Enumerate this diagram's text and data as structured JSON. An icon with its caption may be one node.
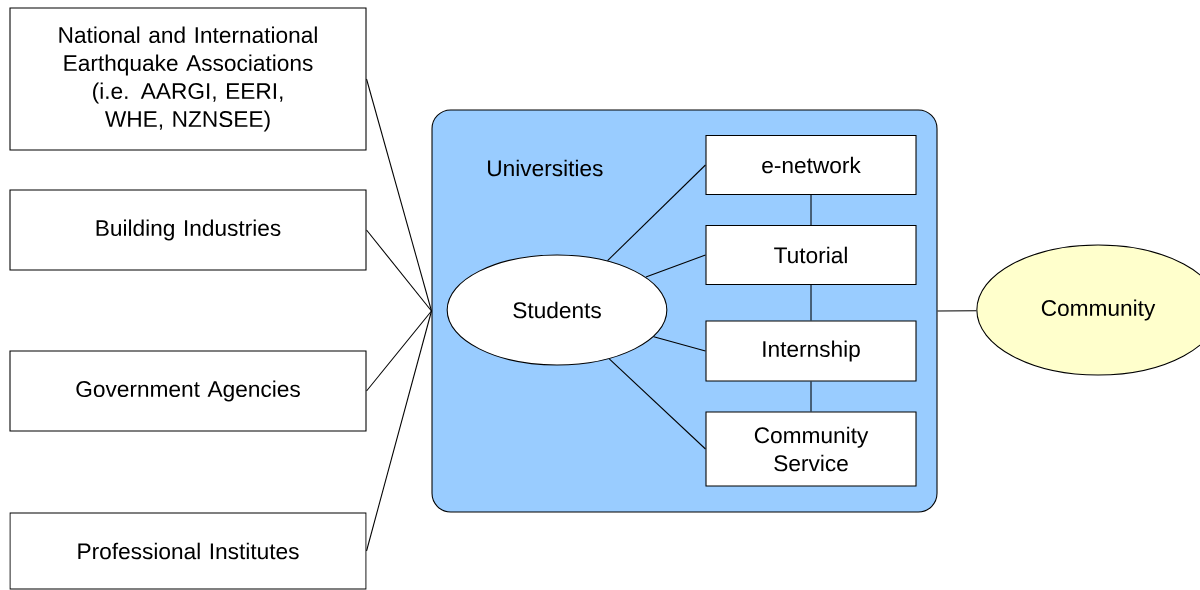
{
  "diagram": {
    "nodes": [
      {
        "text": [
          "National and International Earthquake Associations (i.e. AARGI, EERI, WHE, NZNSEE)"
        ]
      },
      {
        "text": [
          "Building Industries"
        ]
      },
      {
        "text": [
          "Government Agencies"
        ]
      },
      {
        "text": [
          "Professional Institutes"
        ]
      },
      {
        "text": [
          "Universities"
        ]
      },
      {
        "text": [
          "Students"
        ],
        "in": 4
      },
      {
        "text": [
          "e-network"
        ],
        "in": 4
      },
      {
        "text": [
          "Tutorial"
        ],
        "in": 4
      },
      {
        "text": [
          "Internship"
        ],
        "in": 4
      },
      {
        "text": [
          "Community Service"
        ],
        "in": 4
      },
      {
        "text": [
          "Community"
        ]
      }
    ],
    "edges": [
      {
        "from": 0,
        "to": 4,
        "arrow": "none"
      },
      {
        "from": 1,
        "to": 4,
        "arrow": "none"
      },
      {
        "from": 2,
        "to": 4,
        "arrow": "none"
      },
      {
        "from": 3,
        "to": 4,
        "arrow": "none"
      },
      {
        "from": 5,
        "to": 6,
        "arrow": "none"
      },
      {
        "from": 5,
        "to": 7,
        "arrow": "none"
      },
      {
        "from": 5,
        "to": 8,
        "arrow": "none"
      },
      {
        "from": 5,
        "to": 9,
        "arrow": "none"
      },
      {
        "from": 6,
        "to": 7,
        "arrow": "none"
      },
      {
        "from": 7,
        "to": 8,
        "arrow": "none"
      },
      {
        "from": 8,
        "to": 9,
        "arrow": "none"
      },
      {
        "from": 4,
        "to": 10,
        "arrow": "none"
      }
    ]
  }
}
